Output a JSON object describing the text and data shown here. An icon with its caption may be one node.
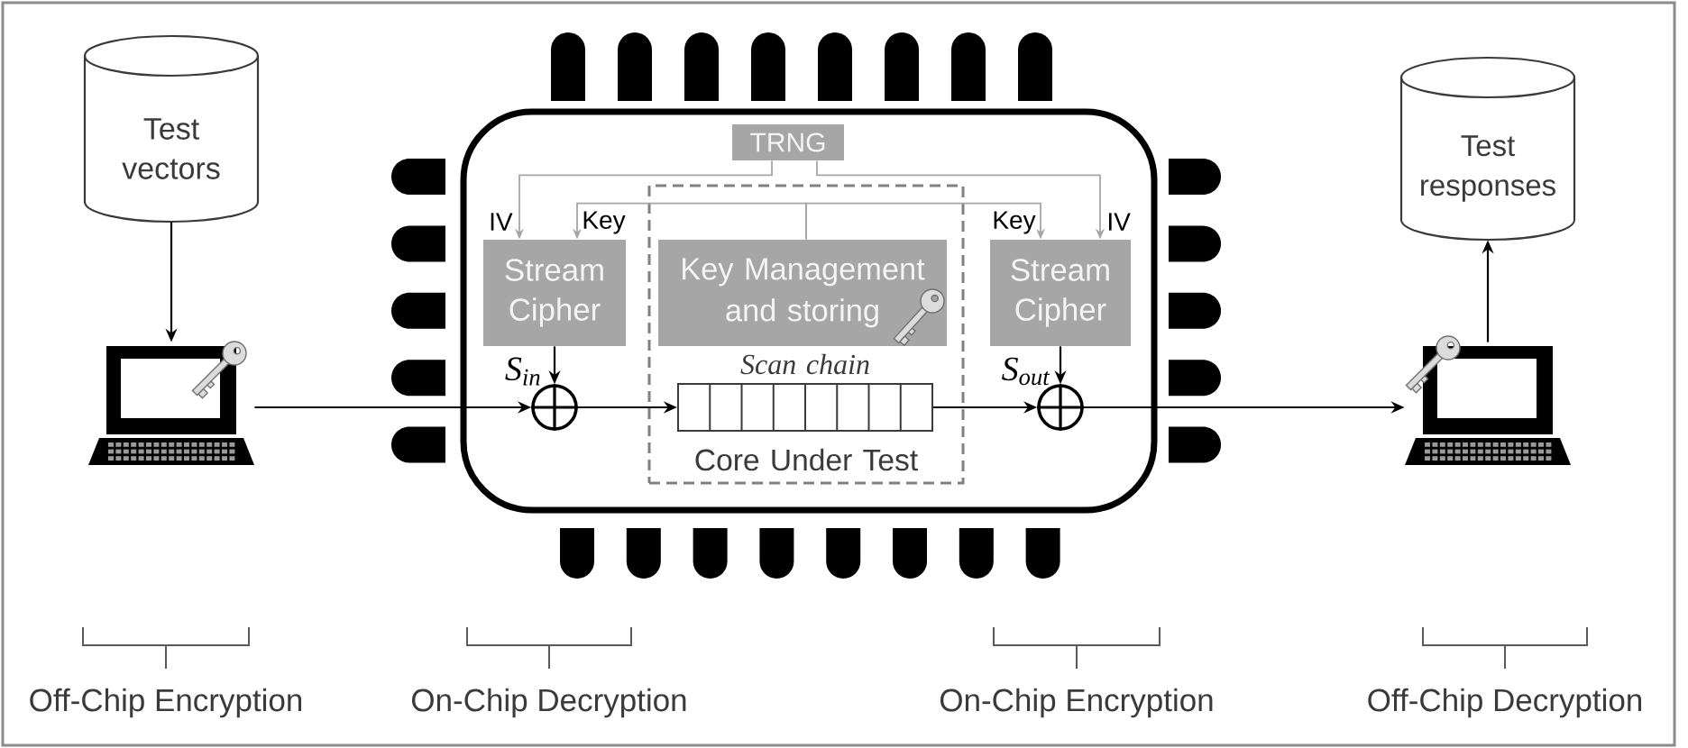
{
  "diagram": {
    "nodes": [
      {
        "text": [
          "Test vectors"
        ]
      },
      {
        "text": [],
        "shape": "picture"
      },
      {
        "text": [],
        "shape": "box"
      },
      {
        "text": [
          "TRNG"
        ],
        "in": 2
      },
      {
        "text": [
          "Stream Cipher"
        ],
        "in": 2
      },
      {
        "text": [
          "Core Under Test"
        ],
        "in": 2
      },
      {
        "text": [
          "Key Management and storing"
        ],
        "in": 5
      },
      {
        "text": [
          "Scan chain"
        ],
        "in": 5
      },
      {
        "text": [
          "Stream Cipher"
        ],
        "in": 2
      },
      {
        "text": [],
        "shape": "circle",
        "in": 2
      },
      {
        "text": [],
        "shape": "circle",
        "in": 2
      },
      {
        "text": [],
        "shape": "picture"
      },
      {
        "text": [
          "Test responses"
        ]
      }
    ],
    "edges": [
      {
        "from": 0,
        "to": 1,
        "arrow": "to"
      },
      {
        "from": 1,
        "to": 9,
        "arrow": "to"
      },
      {
        "from": 4,
        "to": 9,
        "arrow": "to",
        "label": "S$_{in}$"
      },
      {
        "from": 9,
        "to": 7,
        "arrow": "to"
      },
      {
        "from": 7,
        "to": 10,
        "arrow": "to"
      },
      {
        "from": 8,
        "to": 10,
        "arrow": "to",
        "label": "S$_{out}$"
      },
      {
        "from": 10,
        "to": 11,
        "arrow": "to"
      },
      {
        "from": 11,
        "to": 12,
        "arrow": "to"
      },
      {
        "from": 3,
        "to": 4,
        "arrow": "to",
        "label": "IV",
        "color": "#a6a6a6"
      },
      {
        "from": 3,
        "to": 8,
        "arrow": "to",
        "label": "IV",
        "color": "#a6a6a6"
      },
      {
        "from": 6,
        "to": 4,
        "arrow": "to",
        "label": "Key",
        "color": "#a6a6a6"
      },
      {
        "from": 6,
        "to": 8,
        "arrow": "to",
        "label": "Key",
        "color": "#a6a6a6"
      }
    ],
    "labels": [
      "Off-Chip Encryption",
      "On-Chip Decryption",
      "On-Chip Encryption",
      "Off-Chip Decryption"
    ]
  }
}
